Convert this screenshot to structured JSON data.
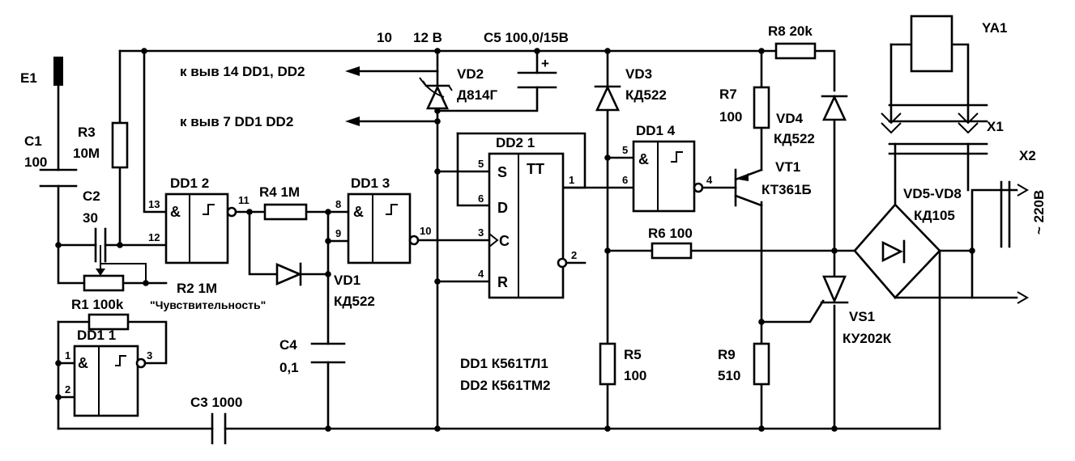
{
  "supply": {
    "node": "10",
    "voltage": "12 В"
  },
  "capacitors": {
    "c1_ref": "C1",
    "c1_val": "100",
    "c2_ref": "C2",
    "c2_val": "30",
    "c3": "C3 1000",
    "c4_ref": "C4",
    "c4_val": "0,1",
    "c5": "C5 100,0/15В"
  },
  "resistors": {
    "r1": "R1 100k",
    "r2": "R2 1M",
    "r2_note": "\"Чувствительность\"",
    "r3_ref": "R3",
    "r3_val": "10M",
    "r4": "R4 1M",
    "r5_ref": "R5",
    "r5_val": "100",
    "r6": "R6 100",
    "r7_ref": "R7",
    "r7_val": "100",
    "r8": "R8 20k",
    "r9_ref": "R9",
    "r9_val": "510"
  },
  "diodes": {
    "vd1_ref": "VD1",
    "vd1_type": "КД522",
    "vd2_ref": "VD2",
    "vd2_type": "Д814Г",
    "vd3_ref": "VD3",
    "vd3_type": "КД522",
    "vd4_ref": "VD4",
    "vd4_type": "КД522",
    "bridge_ref": "VD5-VD8",
    "bridge_type": "КД105"
  },
  "semis": {
    "vt1_ref": "VT1",
    "vt1_type": "КТ361Б",
    "vs1_ref": "VS1",
    "vs1_type": "КУ202К"
  },
  "chips": {
    "dd1_1": "DD1 1",
    "dd1_2": "DD1 2",
    "dd1_3": "DD1 3",
    "dd1_4": "DD1 4",
    "dd2_1": "DD2 1",
    "and_sym": "&",
    "tt": "TT",
    "s": "S",
    "d": "D",
    "c": "C",
    "r": "R",
    "note1": "DD1  К561ТЛ1",
    "note2": "DD2  К561ТМ2"
  },
  "pins": {
    "p1": "1",
    "p2": "2",
    "p3": "3",
    "p4": "4",
    "p5": "5",
    "p6": "6",
    "p8": "8",
    "p9": "9",
    "p10": "10",
    "p11": "11",
    "p12": "12",
    "p13": "13"
  },
  "labels": {
    "e1": "E1",
    "ya1": "YA1",
    "x1": "X1",
    "x2": "X2",
    "mains": "~ 220В",
    "to14": "к выв  14 DD1, DD2",
    "to7": "к выв  7 DD1  DD2",
    "plus": "+"
  }
}
